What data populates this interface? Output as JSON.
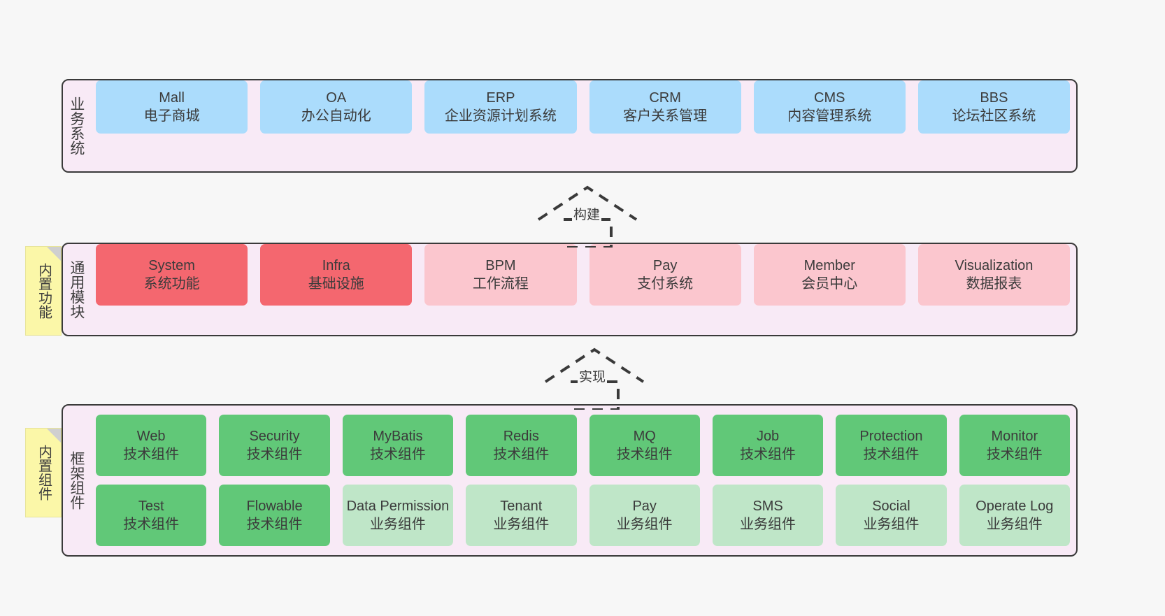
{
  "diagram": {
    "background_color": "#f7f7f7",
    "layer_fill": "#f8eaf6",
    "layer_border": "#3a3a3a"
  },
  "notes": [
    {
      "id": "note-common",
      "label": "内置功能",
      "color": "#fbf7a8"
    },
    {
      "id": "note-framework",
      "label": "内置组件",
      "color": "#fbf7a8"
    }
  ],
  "connectors": [
    {
      "id": "arrow-build",
      "label": "构建",
      "style": "dashed-generalization-up"
    },
    {
      "id": "arrow-impl",
      "label": "实现",
      "style": "dashed-generalization-up"
    }
  ],
  "layers": [
    {
      "id": "business",
      "title": "业务系统",
      "card_color": "#abdcfc",
      "cards": [
        {
          "name": "Mall",
          "sub": "电子商城"
        },
        {
          "name": "OA",
          "sub": "办公自动化"
        },
        {
          "name": "ERP",
          "sub": "企业资源计划系统"
        },
        {
          "name": "CRM",
          "sub": "客户关系管理"
        },
        {
          "name": "CMS",
          "sub": "内容管理系统"
        },
        {
          "name": "BBS",
          "sub": "论坛社区系统"
        }
      ]
    },
    {
      "id": "common",
      "title": "通用模块",
      "card_color_primary": "#f4676f",
      "card_color_secondary": "#fbc6ce",
      "cards": [
        {
          "name": "System",
          "sub": "系统功能",
          "tone": "red"
        },
        {
          "name": "Infra",
          "sub": "基础设施",
          "tone": "red"
        },
        {
          "name": "BPM",
          "sub": "工作流程",
          "tone": "pink"
        },
        {
          "name": "Pay",
          "sub": "支付系统",
          "tone": "pink"
        },
        {
          "name": "Member",
          "sub": "会员中心",
          "tone": "pink"
        },
        {
          "name": "Visualization",
          "sub": "数据报表",
          "tone": "pink"
        }
      ]
    },
    {
      "id": "framework",
      "title": "框架组件",
      "card_color_tech": "#61c878",
      "card_color_biz": "#bfe6c8",
      "rows": [
        [
          {
            "name": "Web",
            "sub": "技术组件",
            "tone": "green"
          },
          {
            "name": "Security",
            "sub": "技术组件",
            "tone": "green"
          },
          {
            "name": "MyBatis",
            "sub": "技术组件",
            "tone": "green"
          },
          {
            "name": "Redis",
            "sub": "技术组件",
            "tone": "green"
          },
          {
            "name": "MQ",
            "sub": "技术组件",
            "tone": "green"
          },
          {
            "name": "Job",
            "sub": "技术组件",
            "tone": "green"
          },
          {
            "name": "Protection",
            "sub": "技术组件",
            "tone": "green"
          },
          {
            "name": "Monitor",
            "sub": "技术组件",
            "tone": "green"
          }
        ],
        [
          {
            "name": "Test",
            "sub": "技术组件",
            "tone": "green"
          },
          {
            "name": "Flowable",
            "sub": "技术组件",
            "tone": "green"
          },
          {
            "name": "Data Permission",
            "sub": "业务组件",
            "tone": "lightgreen"
          },
          {
            "name": "Tenant",
            "sub": "业务组件",
            "tone": "lightgreen"
          },
          {
            "name": "Pay",
            "sub": "业务组件",
            "tone": "lightgreen"
          },
          {
            "name": "SMS",
            "sub": "业务组件",
            "tone": "lightgreen"
          },
          {
            "name": "Social",
            "sub": "业务组件",
            "tone": "lightgreen"
          },
          {
            "name": "Operate Log",
            "sub": "业务组件",
            "tone": "lightgreen"
          }
        ]
      ]
    }
  ]
}
